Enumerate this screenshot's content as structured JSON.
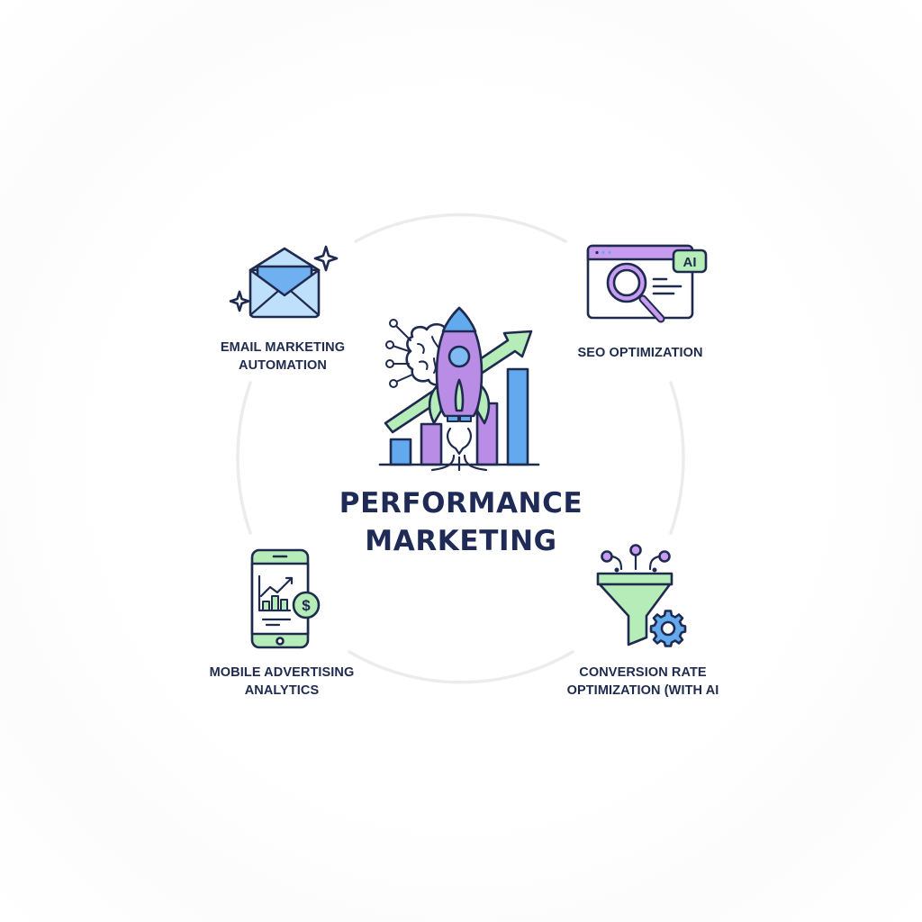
{
  "diagram": {
    "title_line1": "PERFORMANCE",
    "title_line2": "MARKETING",
    "center_icon": "rocket-growth-chart-brain-icon",
    "nodes": [
      {
        "id": "email",
        "line1": "EMAIL MARKETING",
        "line2": "AUTOMATION",
        "icon": "envelope-sparkle-icon",
        "position": "top-left"
      },
      {
        "id": "seo",
        "line1": "SEO OPTIMIZATION",
        "line2": "",
        "icon": "browser-magnifier-ai-icon",
        "badge": "AI",
        "position": "top-right"
      },
      {
        "id": "mobile",
        "line1": "MOBILE ADVERTISING",
        "line2": "ANALYTICS",
        "icon": "phone-chart-dollar-icon",
        "position": "bottom-left"
      },
      {
        "id": "cro",
        "line1": "CONVERSION RATE",
        "line2": "OPTIMIZATION (WITH AI",
        "icon": "funnel-gear-icon",
        "position": "bottom-right"
      }
    ]
  },
  "colors": {
    "outline": "#1f2a4f",
    "purple": "#b98ce6",
    "purple_light": "#d7bdf5",
    "blue": "#63a9ee",
    "blue_light": "#bfe0fb",
    "green": "#b5ecb7",
    "ring": "#ececee",
    "text": "#1f2a4f"
  }
}
